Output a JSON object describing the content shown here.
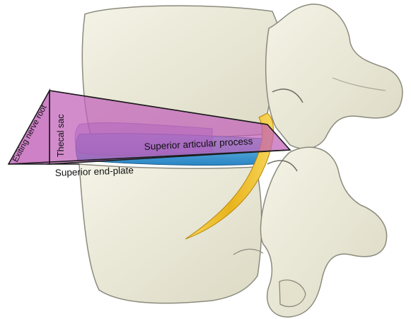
{
  "labels": {
    "exiting_nerve_root": "Exiting nerve root",
    "thecal_sac": "Thecal sac",
    "superior_articular_process": "Superior articular process",
    "superior_end_plate": "Superior end-plate"
  },
  "colors": {
    "bone_fill": "#ecebd9",
    "bone_outline": "#8b8a7d",
    "bone_shade": "#d7d5bf",
    "disc_blue": "#3c9fd8",
    "nerve_yellow": "#f2c430",
    "wedge_fill": "#c05fb8",
    "wedge_stroke": "#1c1c1c",
    "label_text": "#111111"
  }
}
